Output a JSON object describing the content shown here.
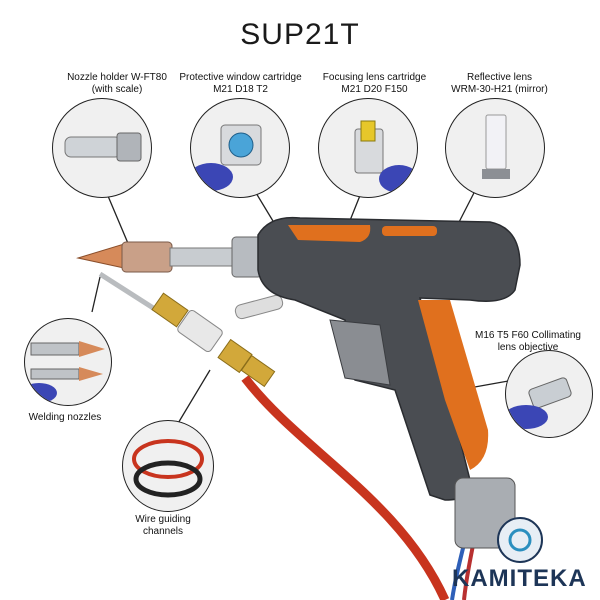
{
  "title": "SUP21T",
  "callouts": {
    "nozzle_holder": {
      "line1": "Nozzle holder W-FT80",
      "line2": "(with scale)"
    },
    "protective_window": {
      "line1": "Protective window cartridge",
      "line2": "M21 D18 T2"
    },
    "focusing_lens": {
      "line1": "Focusing lens cartridge",
      "line2": "M21 D20 F150"
    },
    "reflective_lens": {
      "line1": "Reflective lens",
      "line2": "WRM-30-H21 (mirror)"
    },
    "collimating": {
      "line1": "M16 T5 F60 Collimating",
      "line2": "lens objective"
    },
    "welding_nozzles": {
      "line1": "Welding nozzles"
    },
    "wire_guiding": {
      "line1": "Wire guiding",
      "line2": "channels"
    }
  },
  "brand": "KAMITEKA",
  "colors": {
    "body": "#4a4d52",
    "accent": "#e0701e",
    "copper": "#d68a5a",
    "cable": "#c8341e"
  }
}
